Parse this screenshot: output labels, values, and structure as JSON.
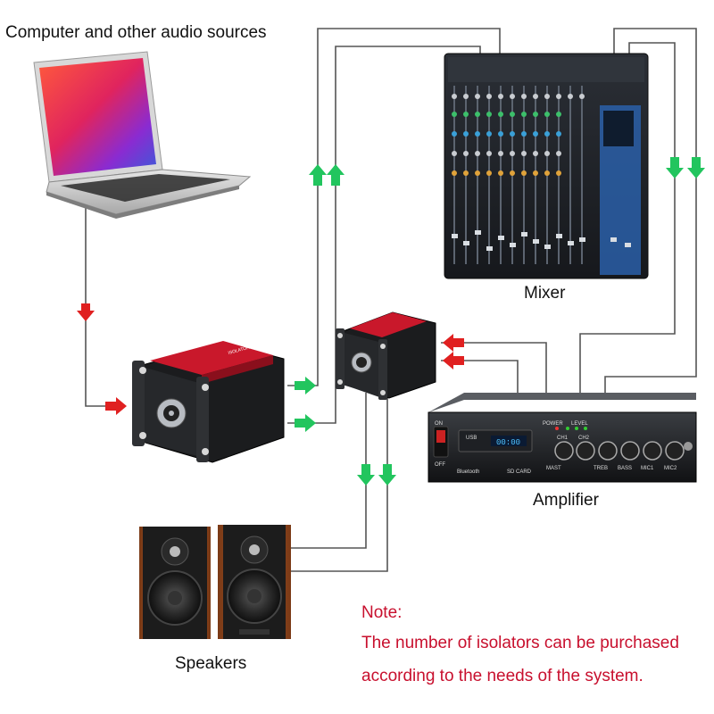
{
  "labels": {
    "sources": "Computer and other audio sources",
    "mixer": "Mixer",
    "amplifier": "Amplifier",
    "speakers": "Speakers"
  },
  "note": {
    "heading": "Note:",
    "line1": "The number of isolators can be purchased",
    "line2": "according to the needs of the system."
  },
  "amplifier_panel": {
    "power_on": "ON",
    "power_off": "OFF",
    "usb": "USB",
    "bluetooth": "Bluetooth",
    "sd": "SD CARD",
    "power": "POWER",
    "level": "LEVEL",
    "ch1": "CH1",
    "ch2": "CH2",
    "mast": "MAST",
    "treb": "TREB",
    "bass": "BASS",
    "mic1": "MIC1",
    "mic2": "MIC2",
    "display": "00:00"
  },
  "isolator": {
    "brand_text": "ISOLATOR"
  },
  "colors": {
    "signal_in": "#e02020",
    "signal_out": "#22c55e",
    "wire": "#555555",
    "note_text": "#c8102e"
  }
}
